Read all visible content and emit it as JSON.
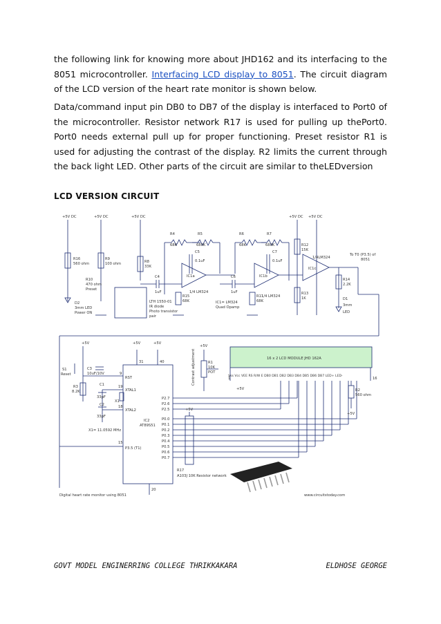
{
  "paragraph1": {
    "before_link": "the following link for knowing more about JHD162 and its interfacing to the 8051 microcontroller. ",
    "link_text": "Interfacing LCD display to 8051",
    "after_link": ". The circuit diagram of the LCD version of the heart rate monitor is shown below."
  },
  "paragraph2": "Data/command input pin DB0 to DB7 of the display is interfaced to Port0 of the microcontroller. Resistor network R17 is used for pulling up thePort0. Port0 needs external pull up for proper functioning. Preset resistor R1 is used for adjusting the contrast of the display. R2 limits the current through the back light LED. Other parts of the circuit are similar to theLEDversion",
  "section_heading": "LCD VERSION CIRCUIT",
  "schematic": {
    "supply": "+5V DC",
    "top_labels": {
      "r16": "R16",
      "r16_val": "560 ohm",
      "r9": "R9",
      "r9_val": "100 ohm",
      "r8": "R8",
      "r8_val": "33K",
      "r10": "R10",
      "r10_val": "470 ohm",
      "r10_note": "Preset",
      "d2": "D2",
      "d2_note1": "3mm LED",
      "d2_note2": "Power ON",
      "r4": "R4",
      "r4_val": "68K",
      "r5": "R5",
      "r5_val": "680K",
      "c5": "C5",
      "c5_val": "0.1uF",
      "r6": "R6",
      "r6_val": "68K",
      "r7": "R7",
      "r7_val": "680K",
      "c7": "C7",
      "c7_val": "0.1uF",
      "c4": "C4",
      "c4_val": "1uF",
      "c6": "C6",
      "c6_val": "1uF",
      "r15": "R15",
      "r15_val": "68K",
      "r11": "R11",
      "r11_val": "68K",
      "ic1a": "IC1a",
      "ic1b": "IC1b",
      "ic1c": "IC1c",
      "ic1a_note": "1/4 LM324",
      "ic1b_note": "1/4 LM324",
      "ic1c_note": "1/4LM324",
      "ic1_note1": "IC1= LM324",
      "ic1_note2": "Quad Opamp",
      "sensor1": "LTH 1550-01",
      "sensor2": "IR diode",
      "sensor3": "Photo transistor",
      "sensor4": "pair",
      "r12": "R12",
      "r12_val": "15K",
      "r13": "R13",
      "r13_val": "1K",
      "r14": "R14",
      "r14_val": "2.2K",
      "d1": "D1",
      "d1_note": "3mm",
      "d1_note2": "LED",
      "to_t0": "To T0 (P3.5) of",
      "to_t0_2": "8051"
    },
    "bottom_labels": {
      "s1": "S1",
      "s1_note": "Reset",
      "c3": "C3",
      "c3_val": "10uF/10V",
      "r3": "R3",
      "r3_val": "8.2K",
      "c1": "C1",
      "c1_val": "33pF",
      "c2": "C2",
      "c2_val": "33pF",
      "x1": "X1",
      "x1_note": "X1= 11.0592 MHz",
      "ic2": "IC2",
      "ic2_part": "AT89S51",
      "rst": "RST",
      "xtal1": "XTAL1",
      "xtal2": "XTAL2",
      "p35": "P3.5 (T1)",
      "p27": "P2.7",
      "p26": "P2.6",
      "p25": "P2.5",
      "p00": "P0.0",
      "p01": "P0.1",
      "p02": "P0.2",
      "p03": "P0.3",
      "p04": "P0.4",
      "p05": "P0.5",
      "p06": "P0.6",
      "p07": "P0.7",
      "r1": "R1",
      "r1_val": "10K",
      "r1_note": "POT",
      "contrast": "Contrast adjustment",
      "lcd_module": "16 x 2 LCD MODULE  JHD  162A",
      "lcd_pins": "Vss  Vcc  VEE  RS  R/W  E  DB0  DB1  DB2  DB3  DB4  DB5  DB6  DB7  LED+  LED-",
      "r2": "R2",
      "r2_val": "560 ohm",
      "r17": "R17",
      "r17_note": "A103J  10K Resistor network",
      "caption": "Digital heart rate monitor using 8051",
      "website": "www.circuitstoday.com",
      "pin9": "9",
      "pin19": "19",
      "pin18": "18",
      "pin31": "31",
      "pin40": "40",
      "pin20": "20",
      "pin15": "15",
      "pin1": "1",
      "pin16": "16",
      "plus5": "+5V"
    }
  },
  "footer": {
    "left": "GOVT MODEL ENGINERRING COLLEGE THRIKKAKARA",
    "right": "ELDHOSE GEORGE"
  }
}
